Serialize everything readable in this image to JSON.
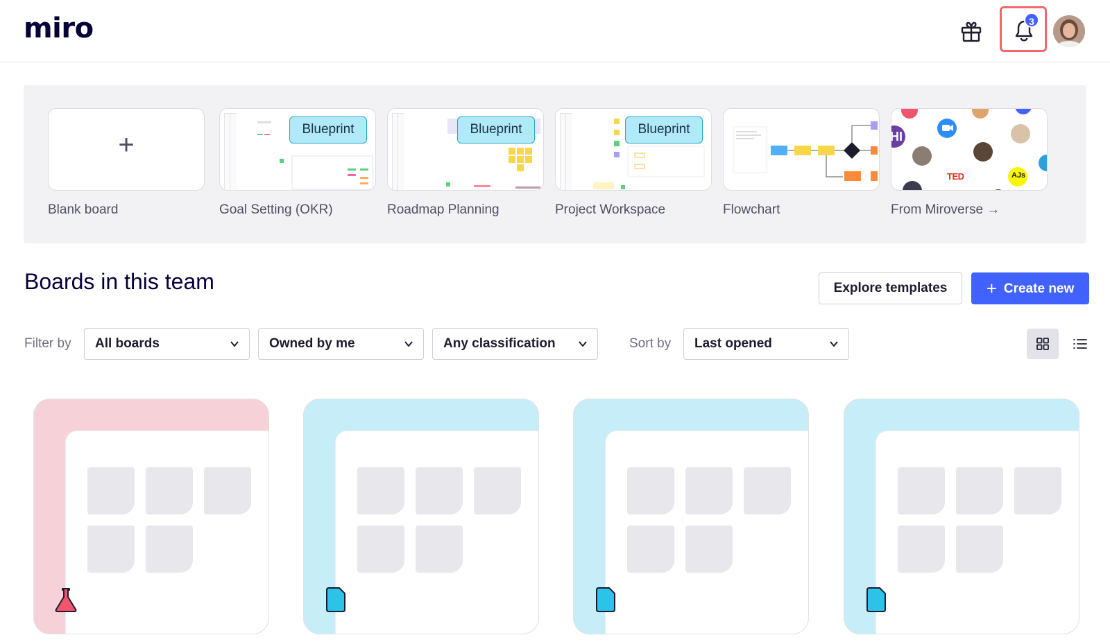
{
  "header": {
    "logo": "miro",
    "notification_count": "3",
    "icons": [
      "gift-icon",
      "bell-icon",
      "avatar"
    ]
  },
  "templates": [
    {
      "label": "Blank board",
      "badge": ""
    },
    {
      "label": "Goal Setting (OKR)",
      "badge": "Blueprint"
    },
    {
      "label": "Roadmap Planning",
      "badge": "Blueprint"
    },
    {
      "label": "Project Workspace",
      "badge": "Blueprint"
    },
    {
      "label": "Flowchart",
      "badge": ""
    },
    {
      "label": "From Miroverse →",
      "badge": "",
      "logos": [
        "HI",
        "TED",
        "AJs"
      ]
    }
  ],
  "boards": {
    "title": "Boards in this team",
    "explore_label": "Explore templates",
    "create_label": "Create new",
    "filter_label": "Filter by",
    "sort_label": "Sort by",
    "filters": {
      "boards": "All boards",
      "owner": "Owned by me",
      "classification": "Any classification",
      "sort": "Last opened"
    },
    "view_mode": "grid",
    "cards": [
      {
        "color": "#f6d2d8",
        "icon": "flask-icon",
        "icon_color": "#f2546e"
      },
      {
        "color": "#c7eef8",
        "icon": "document-icon",
        "icon_color": "#2bc4e8"
      },
      {
        "color": "#c7eef8",
        "icon": "document-icon",
        "icon_color": "#2bc4e8"
      },
      {
        "color": "#c7eef8",
        "icon": "document-icon",
        "icon_color": "#2bc4e8"
      }
    ]
  },
  "colors": {
    "accent": "#4262ff",
    "highlight": "#f1676c",
    "blueprint_badge": "#b0e9f7"
  }
}
